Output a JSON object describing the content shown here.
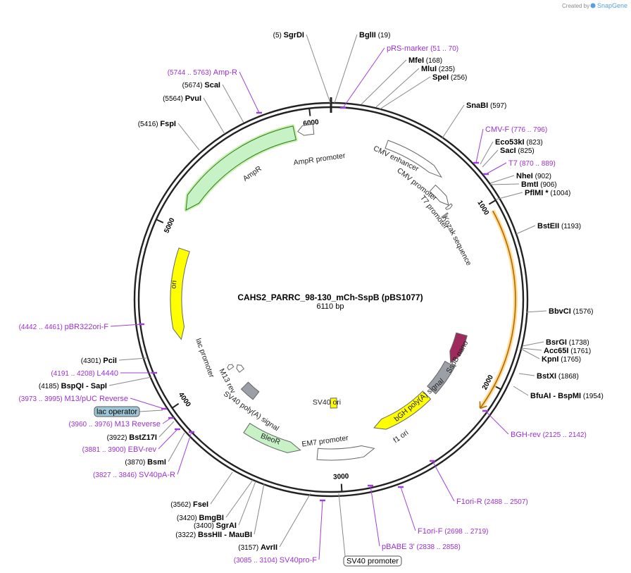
{
  "credit": {
    "created_by": "Created by",
    "brand": "SnapGene"
  },
  "plasmid": {
    "name": "CAHS2_PARRC_98-130_mCh-SspB (pBS1077)",
    "length": "6110 bp"
  },
  "ticks": [
    "1000",
    "2000",
    "3000",
    "4000",
    "5000",
    "6000"
  ],
  "features": [
    {
      "label": "CMV enhancer",
      "color": "#ffffff"
    },
    {
      "label": "CMV promoter",
      "color": "#ffffff"
    },
    {
      "label": "T7 promoter",
      "color": "#ffffff"
    },
    {
      "label": "Kozak sequence",
      "color": "#ffffff"
    },
    {
      "label": "SspB nano",
      "color": "#9e2a5e"
    },
    {
      "label": "bGH poly(A) signal",
      "color": "#9aa0a6"
    },
    {
      "label": "f1 ori",
      "color": "#ffff00"
    },
    {
      "label": "EM7 promoter",
      "color": "#ffffff"
    },
    {
      "label": "BleoR",
      "color": "#c6f2c6"
    },
    {
      "label": "SV40 poly(A) signal",
      "color": "#9aa0a6"
    },
    {
      "label": "SV40 ori",
      "color": "#ffff00"
    },
    {
      "label": "M13 rev",
      "color": "#ffffff"
    },
    {
      "label": "lac promoter",
      "color": "#ffffff"
    },
    {
      "label": "ori",
      "color": "#ffff00"
    },
    {
      "label": "AmpR",
      "color": "#c6f2c6"
    },
    {
      "label": "AmpR promoter",
      "color": "#ffffff"
    }
  ],
  "enzymes": [
    {
      "name": "SgrDI",
      "pos": "(5)"
    },
    {
      "name": "BglII",
      "pos": "(19)"
    },
    {
      "name": "MfeI",
      "pos": "(168)"
    },
    {
      "name": "MluI",
      "pos": "(235)"
    },
    {
      "name": "SpeI",
      "pos": "(256)"
    },
    {
      "name": "SnaBI",
      "pos": "(597)"
    },
    {
      "name": "Eco53kI",
      "pos": "(823)"
    },
    {
      "name": "SacI",
      "pos": "(825)"
    },
    {
      "name": "NheI",
      "pos": "(902)"
    },
    {
      "name": "BmtI",
      "pos": "(906)"
    },
    {
      "name": "PflMI *",
      "pos": "(1004)"
    },
    {
      "name": "BstEII",
      "pos": "(1193)"
    },
    {
      "name": "BbvCI",
      "pos": "(1576)"
    },
    {
      "name": "BsrGI",
      "pos": "(1738)"
    },
    {
      "name": "Acc65I",
      "pos": "(1761)"
    },
    {
      "name": "KpnI",
      "pos": "(1765)"
    },
    {
      "name": "BstXI",
      "pos": "(1868)"
    },
    {
      "name": "BfuAI - BspMI",
      "pos": "(1954)"
    },
    {
      "name": "AvrII",
      "pos": "(3157)"
    },
    {
      "name": "BssHII - MauBI",
      "pos": "(3322)"
    },
    {
      "name": "SgrAI",
      "pos": "(3400)"
    },
    {
      "name": "BmgBI",
      "pos": "(3420)"
    },
    {
      "name": "FseI",
      "pos": "(3562)"
    },
    {
      "name": "BsmI",
      "pos": "(3870)"
    },
    {
      "name": "BstZ17I",
      "pos": "(3922)"
    },
    {
      "name": "BspQI - SapI",
      "pos": "(4185)"
    },
    {
      "name": "PciI",
      "pos": "(4301)"
    },
    {
      "name": "FspI",
      "pos": "(5416)"
    },
    {
      "name": "PvuI",
      "pos": "(5564)"
    },
    {
      "name": "ScaI",
      "pos": "(5674)"
    }
  ],
  "primers": [
    {
      "name": "pRS-marker",
      "pos": "(51 .. 70)"
    },
    {
      "name": "CMV-F",
      "pos": "(776 .. 796)"
    },
    {
      "name": "T7",
      "pos": "(870 .. 889)"
    },
    {
      "name": "BGH-rev",
      "pos": "(2125 .. 2142)"
    },
    {
      "name": "F1ori-R",
      "pos": "(2488 .. 2507)"
    },
    {
      "name": "F1ori-F",
      "pos": "(2698 .. 2719)"
    },
    {
      "name": "pBABE 3'",
      "pos": "(2838 .. 2858)"
    },
    {
      "name": "SV40pro-F",
      "pos": "(3085 .. 3104)"
    },
    {
      "name": "SV40pA-R",
      "pos": "(3827 .. 3846)"
    },
    {
      "name": "EBV-rev",
      "pos": "(3881 .. 3900)"
    },
    {
      "name": "M13 Reverse",
      "pos": "(3960 .. 3976)"
    },
    {
      "name": "M13/pUC Reverse",
      "pos": "(3973 .. 3995)"
    },
    {
      "name": "L4440",
      "pos": "(4191 .. 4208)"
    },
    {
      "name": "pBR322ori-F",
      "pos": "(4442 .. 4461)"
    },
    {
      "name": "Amp-R",
      "pos": "(5744 .. 5763)"
    }
  ],
  "boxed_labels": [
    {
      "label": "lac operator",
      "style": "blue"
    },
    {
      "label": "SV40 promoter",
      "style": "white"
    }
  ]
}
